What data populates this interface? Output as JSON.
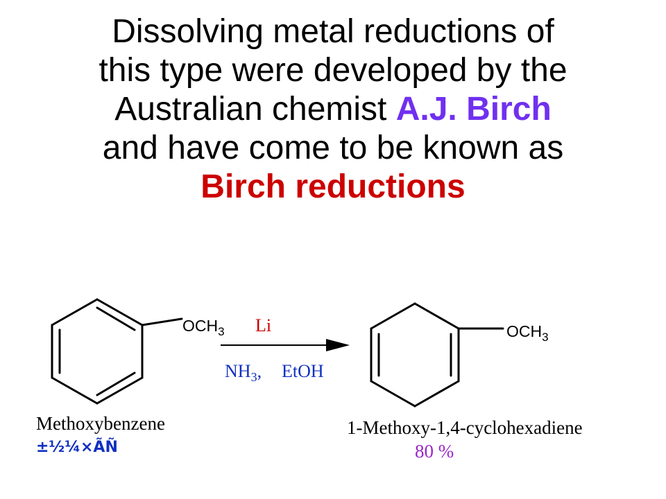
{
  "title": {
    "line1": "Dissolving metal reductions of",
    "line2": "this type were developed by the",
    "line3_prefix": "Australian chemist ",
    "line3_highlight": "A.J. Birch",
    "line4": "and have come to be known as",
    "line5_highlight": "Birch reductions"
  },
  "scheme": {
    "reactant": {
      "substituent": "OCH3",
      "name": "Methoxybenzene",
      "subtitle": "±½¼×ÃÑ"
    },
    "reagents": {
      "above": "Li",
      "below_nh3": "NH3,",
      "below_etoh": "EtOH"
    },
    "product": {
      "substituent": "OCH3",
      "name": "1-Methoxy-1,4-cyclohexadiene",
      "yield": "80 %"
    }
  },
  "colors": {
    "highlight_blue": "#7030f0",
    "highlight_red": "#cc0000",
    "reagent_red": "#cc0000",
    "reagent_blue": "#1030c0",
    "yield_purple": "#9b27c9"
  }
}
